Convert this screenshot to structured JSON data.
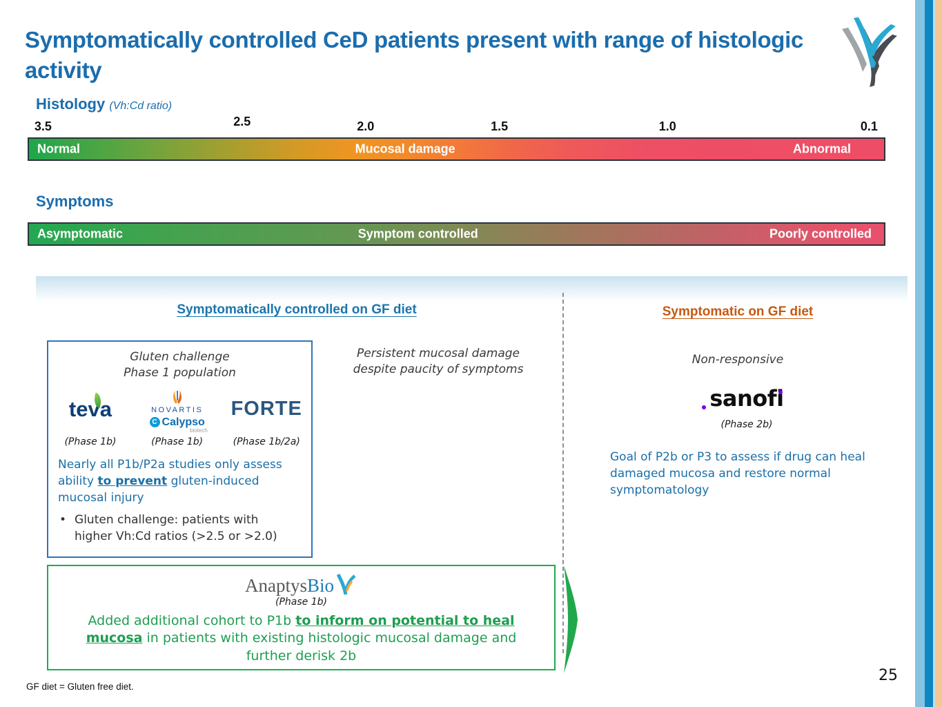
{
  "slide": {
    "title": "Symptomatically controlled CeD patients present with range of histologic activity",
    "page_number": "25",
    "footnote": "GF diet = Gluten free diet.",
    "accent_colors": {
      "title_blue": "#1b6dad",
      "header_blue": "#1b75ad",
      "header_orange": "#c55a11",
      "body_blue": "#1b6fa8",
      "green": "#1e9e50",
      "green_border": "#1faa50",
      "blue_box_border": "#2e75b6",
      "stripe_light_blue": "#85c4e0",
      "stripe_dark_blue": "#0e87c1",
      "stripe_orange": "#f5c795",
      "sanofi_purple": "#7a00e6"
    }
  },
  "histology": {
    "label": "Histology",
    "sublabel": "(Vh:Cd ratio)",
    "ticks": [
      "3.5",
      "2.5",
      "2.0",
      "1.5",
      "1.0",
      "0.1"
    ],
    "bar_labels": {
      "left": "Normal",
      "center": "Mucosal damage",
      "right": "Abnormal"
    },
    "gradient": [
      "#1ea64b",
      "#ef9522",
      "#ee4d67"
    ]
  },
  "symptoms": {
    "label": "Symptoms",
    "bar_labels": {
      "left": "Asymptomatic",
      "center": "Symptom controlled",
      "right": "Poorly controlled"
    },
    "gradient": [
      "#22a851",
      "#7f8b56",
      "#e8506c"
    ]
  },
  "left_column": {
    "header": "Symptomatically controlled on GF diet",
    "note_line1": "Persistent mucosal damage",
    "note_line2": "despite paucity of symptoms",
    "box": {
      "heading_line1": "Gluten challenge",
      "heading_line2": "Phase 1 population",
      "logos": {
        "teva": "teva",
        "novartis": "NOVARTIS",
        "calypso": "Calypso",
        "calypso_icon_letter": "C",
        "calypso_sub": "biotech",
        "forte": "FORTE"
      },
      "phases": [
        "(Phase 1b)",
        "(Phase 1b)",
        "(Phase 1b/2a)"
      ],
      "statement": {
        "pre": "Nearly all P1b/P2a studies only assess ability ",
        "emphasis": "to prevent",
        "post": " gluten-induced mucosal injury"
      },
      "bullet": "Gluten challenge: patients with higher Vh:Cd ratios (>2.5 or >2.0)"
    },
    "anaptys_box": {
      "logo_part1": "Anaptys",
      "logo_part2": "Bio",
      "phase": "(Phase 1b)",
      "statement": {
        "pre": "Added additional cohort to P1b ",
        "emphasis": "to inform on potential to heal mucosa",
        "post": " in patients with existing histologic mucosal damage and further derisk 2b"
      }
    }
  },
  "right_column": {
    "header": "Symptomatic on GF diet",
    "note": "Non-responsive",
    "logo": "sanofi",
    "phase": "(Phase 2b)",
    "statement": "Goal of P2b or P3 to assess if drug can heal damaged mucosa and restore normal symptomatology"
  }
}
